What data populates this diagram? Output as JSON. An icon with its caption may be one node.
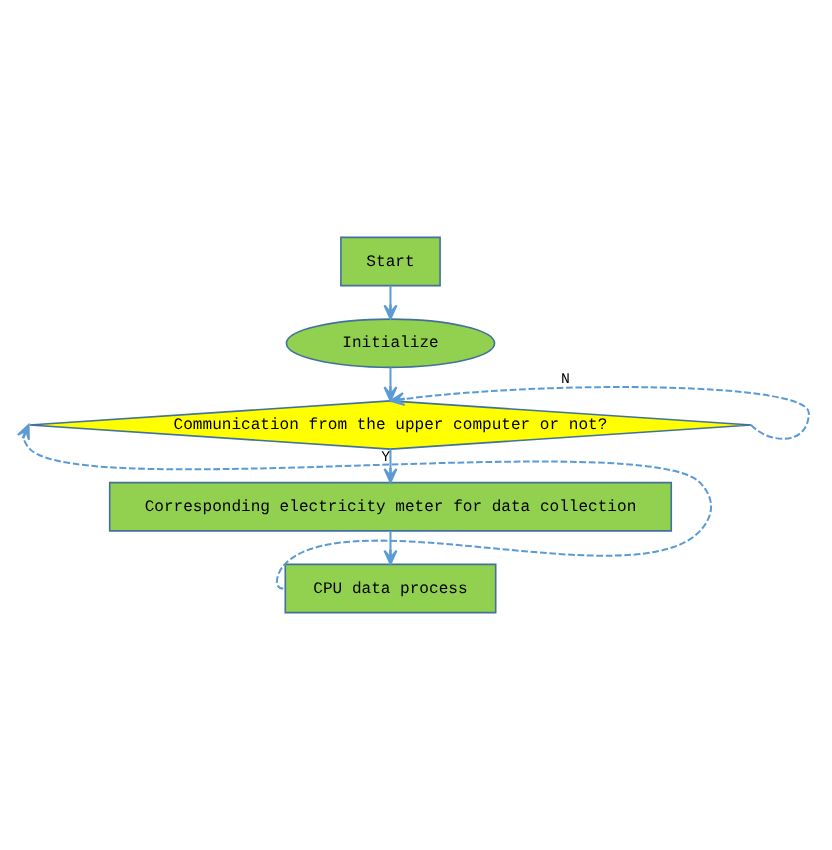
{
  "diagram": {
    "nodes": [
      {
        "text": [
          "Start"
        ]
      },
      {
        "text": [
          "Initialize"
        ]
      },
      {
        "text": [
          "Communication from the upper computer or not?"
        ]
      },
      {
        "text": [
          "Corresponding electricity meter for data collection"
        ]
      },
      {
        "text": [
          "CPU data process"
        ]
      }
    ],
    "edges": [
      {
        "from": 0,
        "to": 1,
        "arrow": "to"
      },
      {
        "from": 1,
        "to": 2,
        "arrow": "to"
      },
      {
        "from": 2,
        "to": 3,
        "arrow": "to",
        "label": "Y"
      },
      {
        "from": 3,
        "to": 4,
        "arrow": "to"
      },
      {
        "from": 4,
        "to": 2,
        "arrow": "to",
        "style": "dashed"
      },
      {
        "from": 2,
        "to": 2,
        "arrow": "to",
        "style": "dashed",
        "label": "N"
      }
    ]
  }
}
